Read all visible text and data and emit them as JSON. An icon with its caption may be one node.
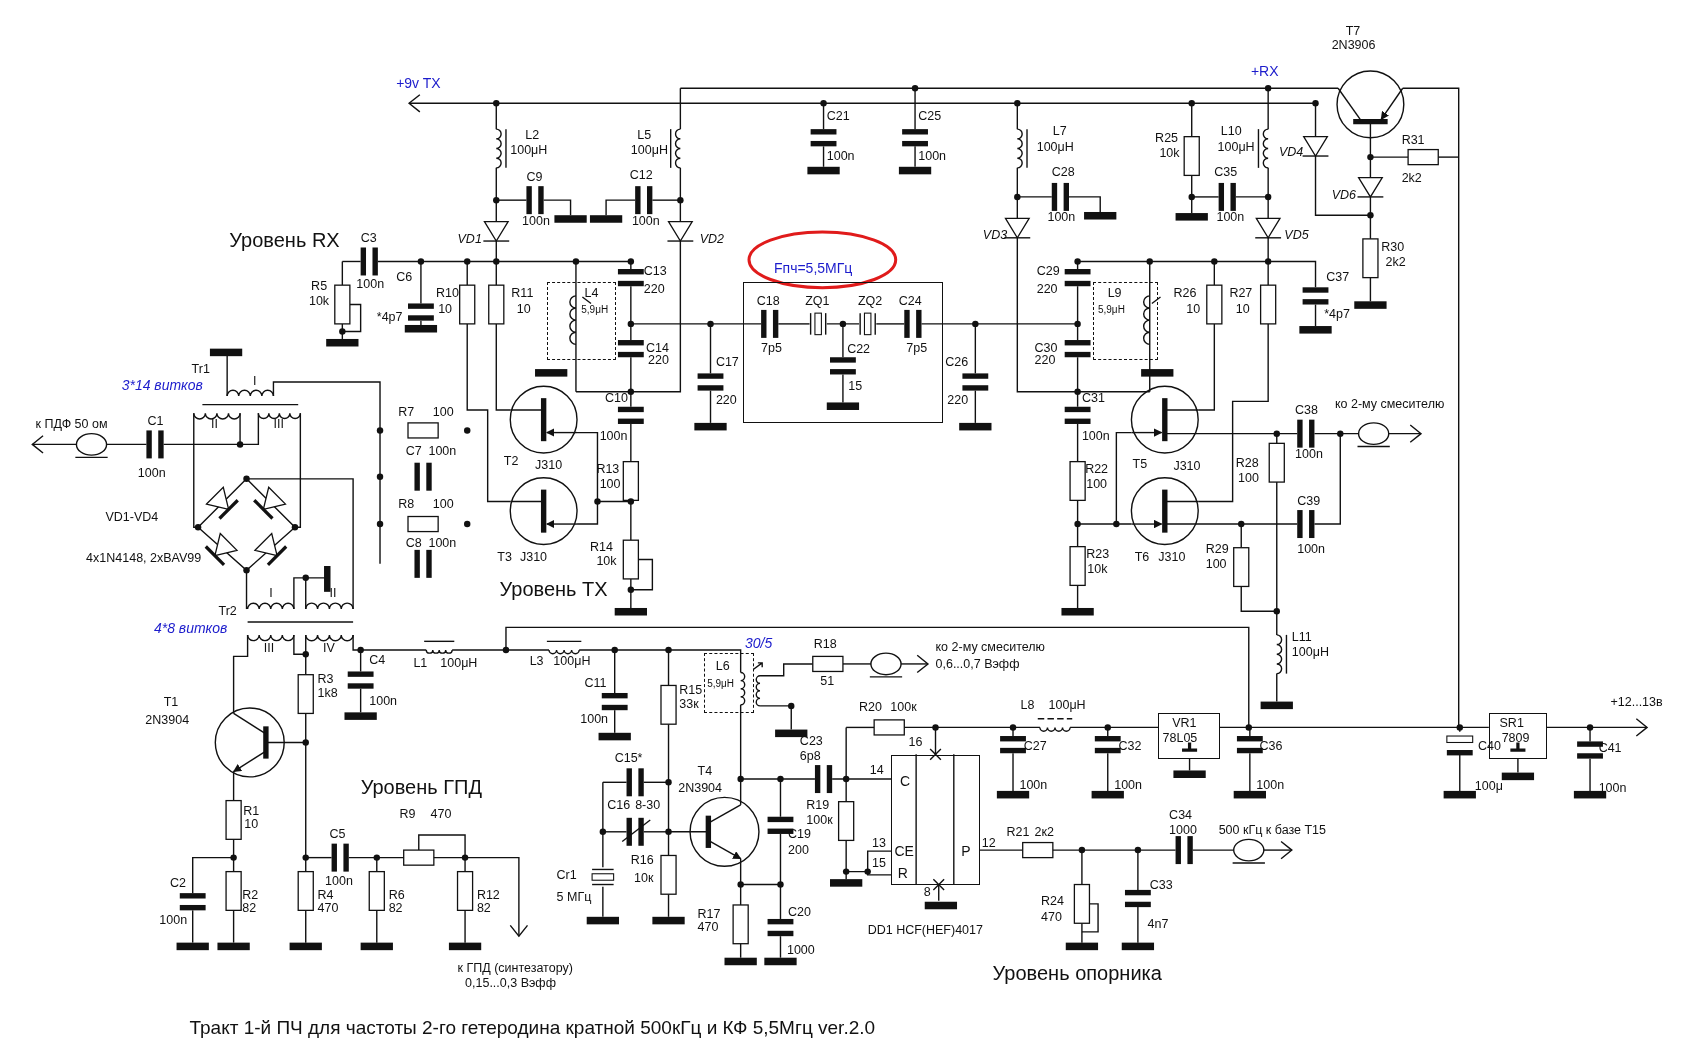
{
  "diagram": {
    "caption": "Тракт 1-й ПЧ для частоты 2-го гетеродина кратной 500кГц и КФ 5,5Мгц ver.2.0",
    "nodes": [
      {
        "text": [
          "Fпч=5,5МГц"
        ]
      },
      {
        "text": [
          "C18",
          "ZQ1",
          "ZQ2",
          "C24",
          "7p5",
          "C22",
          "7p5",
          "15"
        ]
      },
      {
        "text": [
          "L4",
          "5,9μH"
        ]
      },
      {
        "text": [
          "L9",
          "5,9μH"
        ]
      },
      {
        "text": [
          "L6",
          "5,9μH"
        ]
      },
      {
        "text": [
          "C",
          "CE",
          "R",
          "P"
        ]
      },
      {
        "text": [
          "VR1",
          "78L05"
        ]
      },
      {
        "text": [
          "SR1",
          "7809"
        ]
      }
    ],
    "edges": [
      {
        "from": 6,
        "to": 7,
        "arrow": "none"
      }
    ],
    "labels": [
      "+9v TX",
      "T7",
      "2N3906",
      "+RX",
      "L2",
      "100μH",
      "L5",
      "100μH",
      "C21",
      "100n",
      "C25",
      "100n",
      "L7",
      "100μH",
      "R25",
      "10k",
      "L10",
      "100μH",
      "R31",
      "VD4",
      "C9",
      "C12",
      "C28",
      "C35",
      "2k2",
      "VD6",
      "100n",
      "100n",
      "100n",
      "100n",
      "Уровень RX",
      "C3",
      "VD1",
      "VD2",
      "VD3",
      "VD5",
      "R30",
      "2k2",
      "C6",
      "C13",
      "C29",
      "C37",
      "R5",
      "100n",
      "R10",
      "R11",
      "220",
      "220",
      "R26",
      "R27",
      "10k",
      "10",
      "10",
      "10",
      "10",
      "*4p7",
      "*4p7",
      "C14",
      "220",
      "C17",
      "C26",
      "C30",
      "220",
      "Tr1",
      "I",
      "3*14 витков",
      "R7",
      "100",
      "C10",
      "220",
      "220",
      "C31",
      "C38",
      "ко 2-му смесителю",
      "к ПДФ 50 ом",
      "C1",
      "II",
      "III",
      "100n",
      "100n",
      "C7",
      "100n",
      "100n",
      "100n",
      "T2",
      "J310",
      "R13",
      "R22",
      "T5",
      "J310",
      "R28",
      "100",
      "100",
      "100",
      "R8",
      "100",
      "C39",
      "VD1-VD4",
      "C8",
      "100n",
      "R14",
      "R29",
      "100n",
      "4x1N4148, 2xBAV99",
      "T3",
      "J310",
      "10k",
      "R23",
      "10k",
      "T6",
      "J310",
      "100",
      "I",
      "II",
      "Уровень TX",
      "Tr2",
      "4*8 витков",
      "III",
      "IV",
      "30/5",
      "R18",
      "ко 2-му смесителю",
      "L11",
      "100μH",
      "C4",
      "L1",
      "100μH",
      "L3",
      "100μH",
      "0,6...0,7 Вэфф",
      "R3",
      "C11",
      "51",
      "T1",
      "1k8",
      "100n",
      "R15",
      "33к",
      "R20",
      "100к",
      "L8",
      "100μH",
      "+12...13в",
      "2N3904",
      "100n",
      "C23",
      "16",
      "C27",
      "C32",
      "C36",
      "C40",
      "C41",
      "C15*",
      "T4",
      "6p8",
      "14",
      "Уровень ГПД",
      "2N3904",
      "100n",
      "100n",
      "100n",
      "100μ",
      "100n",
      "R1",
      "R9",
      "470",
      "C16",
      "8-30",
      "R19",
      "C34",
      "10",
      "C5",
      "C19",
      "100к",
      "R21",
      "2к2",
      "1000",
      "500 кГц к базе T15",
      "200",
      "13",
      "12",
      "R16",
      "15",
      "C2",
      "100n",
      "Cr1",
      "10к",
      "C33",
      "R2",
      "R4",
      "R6",
      "R12",
      "5 МГц",
      "8",
      "R24",
      "100n",
      "82",
      "470",
      "82",
      "82",
      "R17",
      "470",
      "C20",
      "DD1 HCF(HEF)4017",
      "470",
      "4n7",
      "1000",
      "к ГПД (синтезатору)",
      "0,15...0,3 Вэфф",
      "Уровень опорника"
    ]
  }
}
